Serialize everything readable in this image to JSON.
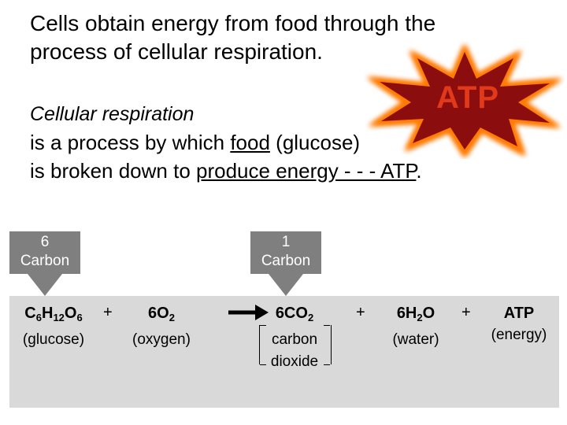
{
  "intro": {
    "line1": "Cells obtain energy from food through the",
    "line2": "process of cellular respiration."
  },
  "burst": {
    "label": "ATP",
    "fill_color": "#8b0d0d",
    "glow_color": "#ff7a00",
    "text_color": "#e03a1a"
  },
  "definition": {
    "term": "Cellular respiration",
    "line1_pre": "is a process by which ",
    "line1_food": "food",
    "line1_post": " (glucose)",
    "line2_pre": "is broken down to ",
    "line2_under": "produce energy - - - ATP",
    "line2_post": "."
  },
  "callouts": [
    {
      "number": "6",
      "word": "Carbon"
    },
    {
      "number": "1",
      "word": "Carbon"
    }
  ],
  "equation": {
    "glucose": {
      "sub_label": "(glucose)"
    },
    "plus1": "+",
    "oxygen": {
      "sub_label": "(oxygen)"
    },
    "arrow_icon": "arrow-right-icon",
    "co2": {
      "sub_line1": "carbon",
      "sub_line2": "dioxide"
    },
    "plus2": "+",
    "water": {
      "sub_label": "(water)"
    },
    "plus3": "+",
    "atp": {
      "formula": "ATP",
      "sub_label": "(energy)"
    }
  }
}
